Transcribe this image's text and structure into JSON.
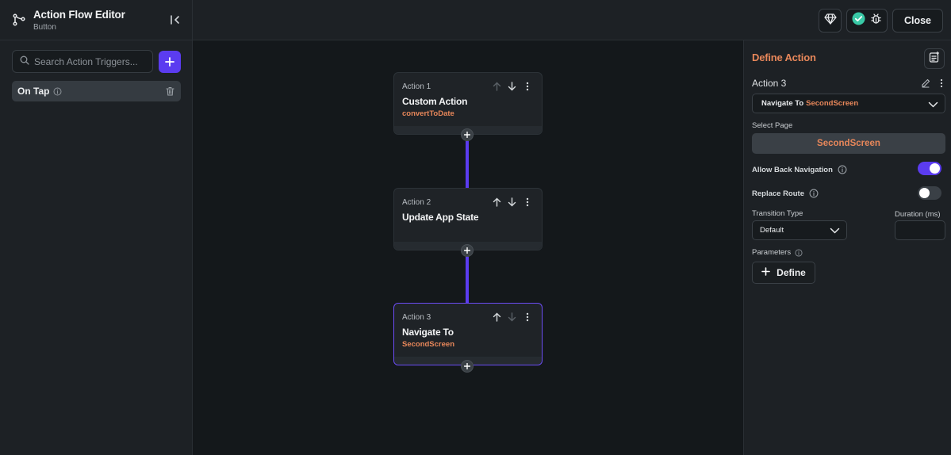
{
  "editor": {
    "title": "Action Flow Editor",
    "subtitle": "Button"
  },
  "search": {
    "placeholder": "Search Action Triggers..."
  },
  "triggers": [
    {
      "label": "On Tap"
    }
  ],
  "topbar": {
    "close_label": "Close"
  },
  "actions": [
    {
      "label": "Action 1",
      "title": "Custom Action",
      "subtitle": "convertToDate"
    },
    {
      "label": "Action 2",
      "title": "Update App State",
      "subtitle": ""
    },
    {
      "label": "Action 3",
      "title": "Navigate To",
      "subtitle": "SecondScreen"
    }
  ],
  "panel": {
    "title": "Define Action",
    "action_name": "Action 3",
    "action_type": "Navigate To",
    "action_target": "SecondScreen",
    "select_page_label": "Select Page",
    "selected_page": "SecondScreen",
    "allow_back_label": "Allow Back Navigation",
    "allow_back": true,
    "replace_route_label": "Replace Route",
    "replace_route": false,
    "transition_label": "Transition Type",
    "transition_value": "Default",
    "duration_label": "Duration (ms)",
    "duration_value": "",
    "parameters_label": "Parameters",
    "define_label": "Define"
  },
  "colors": {
    "accent": "#5b3cf0",
    "highlight": "#e8875a",
    "success": "#39c9a6"
  }
}
